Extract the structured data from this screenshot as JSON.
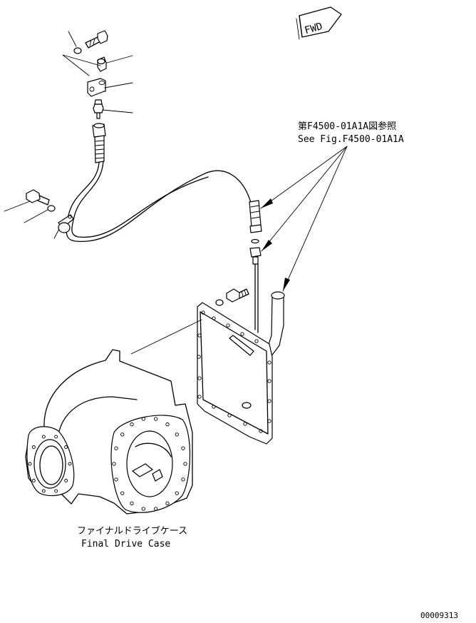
{
  "fwd_label": "FWD",
  "reference_note": {
    "line_jp": "第F4500-01A1A図参照",
    "line_en": "See Fig.F4500-01A1A"
  },
  "final_drive_case": {
    "label_jp": "ファイナルドライブケース",
    "label_en": "Final Drive Case"
  },
  "drawing_number": "00009313"
}
